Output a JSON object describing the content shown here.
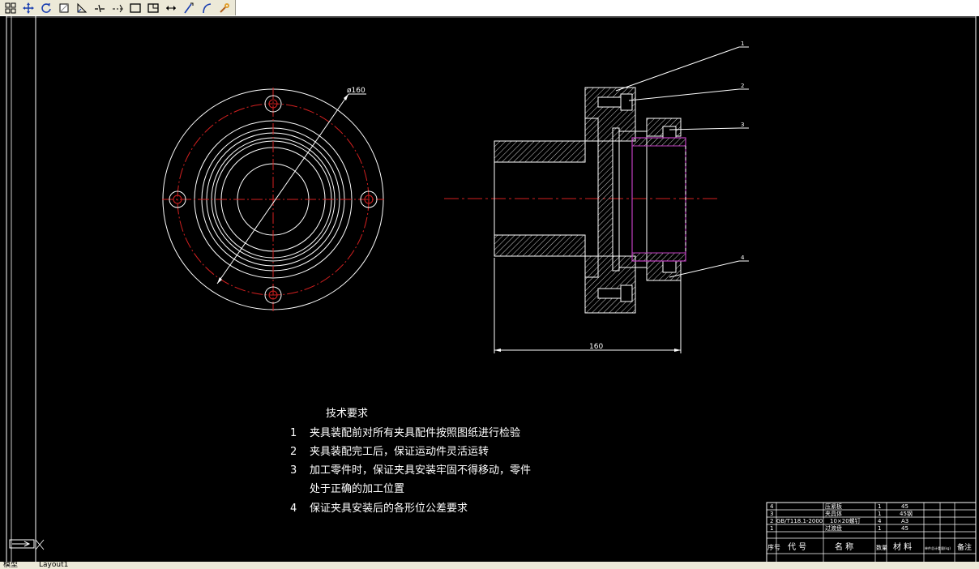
{
  "toolbar": {
    "icons": [
      "grid-icon",
      "pan-icon",
      "rotate-icon",
      "box-icon",
      "triangle-icon",
      "break-icon",
      "extend-icon",
      "rectangle-icon",
      "rectangle2-icon",
      "move-icon",
      "line-icon",
      "arc-icon",
      "tool-icon"
    ]
  },
  "drawing": {
    "front_view": {
      "dim_label": "ø160"
    },
    "side_view": {
      "dim_label": "160",
      "balloons": [
        "1",
        "2",
        "3",
        "4"
      ]
    },
    "tech_requirements": {
      "title": "技术要求",
      "items": [
        {
          "num": "1",
          "text": "夹具装配前对所有夹具配件按照图纸进行检验"
        },
        {
          "num": "2",
          "text": "夹具装配完工后，保证运动件灵活运转"
        },
        {
          "num": "3",
          "text": "加工零件时，保证夹具安装牢固不得移动，零件"
        },
        {
          "num": "",
          "text": "处于正确的加工位置"
        },
        {
          "num": "4",
          "text": "保证夹具安装后的各形位公差要求"
        }
      ]
    },
    "bom": {
      "rows": [
        {
          "seq": "4",
          "code": "",
          "name": "压紧板",
          "qty": "1",
          "material": "45"
        },
        {
          "seq": "3",
          "code": "",
          "name": "夹具体",
          "qty": "1",
          "material": "45钢"
        },
        {
          "seq": "2",
          "code": "GB/T118.1-2000",
          "name": "10×20螺钉",
          "qty": "4",
          "material": "A3"
        },
        {
          "seq": "1",
          "code": "",
          "name": "过渡盘",
          "qty": "1",
          "material": "45"
        }
      ],
      "header": {
        "seq": "序号",
        "code": "代 号",
        "name": "名 称",
        "qty": "数量",
        "material": "材 料",
        "weight": "单件总计重量(kg)",
        "remark": "备注"
      }
    }
  },
  "layout_tabs": [
    "模型",
    "Layout1"
  ],
  "colors": {
    "background": "#000000",
    "lines": "#ffffff",
    "centerline": "#d42020",
    "purple": "#c040c0"
  }
}
